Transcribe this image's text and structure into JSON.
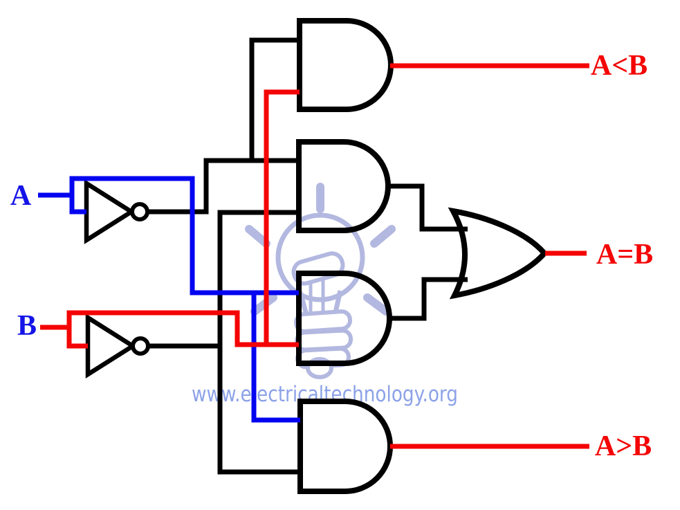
{
  "labels": {
    "input_a": "A",
    "input_b": "B",
    "output_less": "A<B",
    "output_equal": "A=B",
    "output_greater": "A>B"
  },
  "watermark": {
    "text": "www.electricaltechnology.org"
  },
  "colors": {
    "wire_black": "#000000",
    "wire_red": "#f40404",
    "wire_blue": "#0404f0",
    "label_red": "#f40404",
    "label_blue": "#1414e8",
    "watermark_text": "#8ca2e8",
    "watermark_logo": "#abb1dd",
    "background": "#ffffff"
  },
  "gates": [
    {
      "id": "not-a",
      "type": "NOT",
      "inputs": [
        "A"
      ],
      "output": "NOT A"
    },
    {
      "id": "not-b",
      "type": "NOT",
      "inputs": [
        "B"
      ],
      "output": "NOT B"
    },
    {
      "id": "and-less",
      "type": "AND",
      "inputs": [
        "NOT A",
        "B"
      ],
      "output": "A<B"
    },
    {
      "id": "and-equal-upper",
      "type": "AND",
      "inputs": [
        "NOT A",
        "NOT B"
      ],
      "output": "(NOT A) AND (NOT B)"
    },
    {
      "id": "and-equal-lower",
      "type": "AND",
      "inputs": [
        "A",
        "B"
      ],
      "output": "A AND B"
    },
    {
      "id": "or-equal",
      "type": "OR",
      "inputs": [
        "(NOT A) AND (NOT B)",
        "A AND B"
      ],
      "output": "A=B"
    },
    {
      "id": "and-greater",
      "type": "AND",
      "inputs": [
        "A",
        "NOT B"
      ],
      "output": "A>B"
    }
  ]
}
